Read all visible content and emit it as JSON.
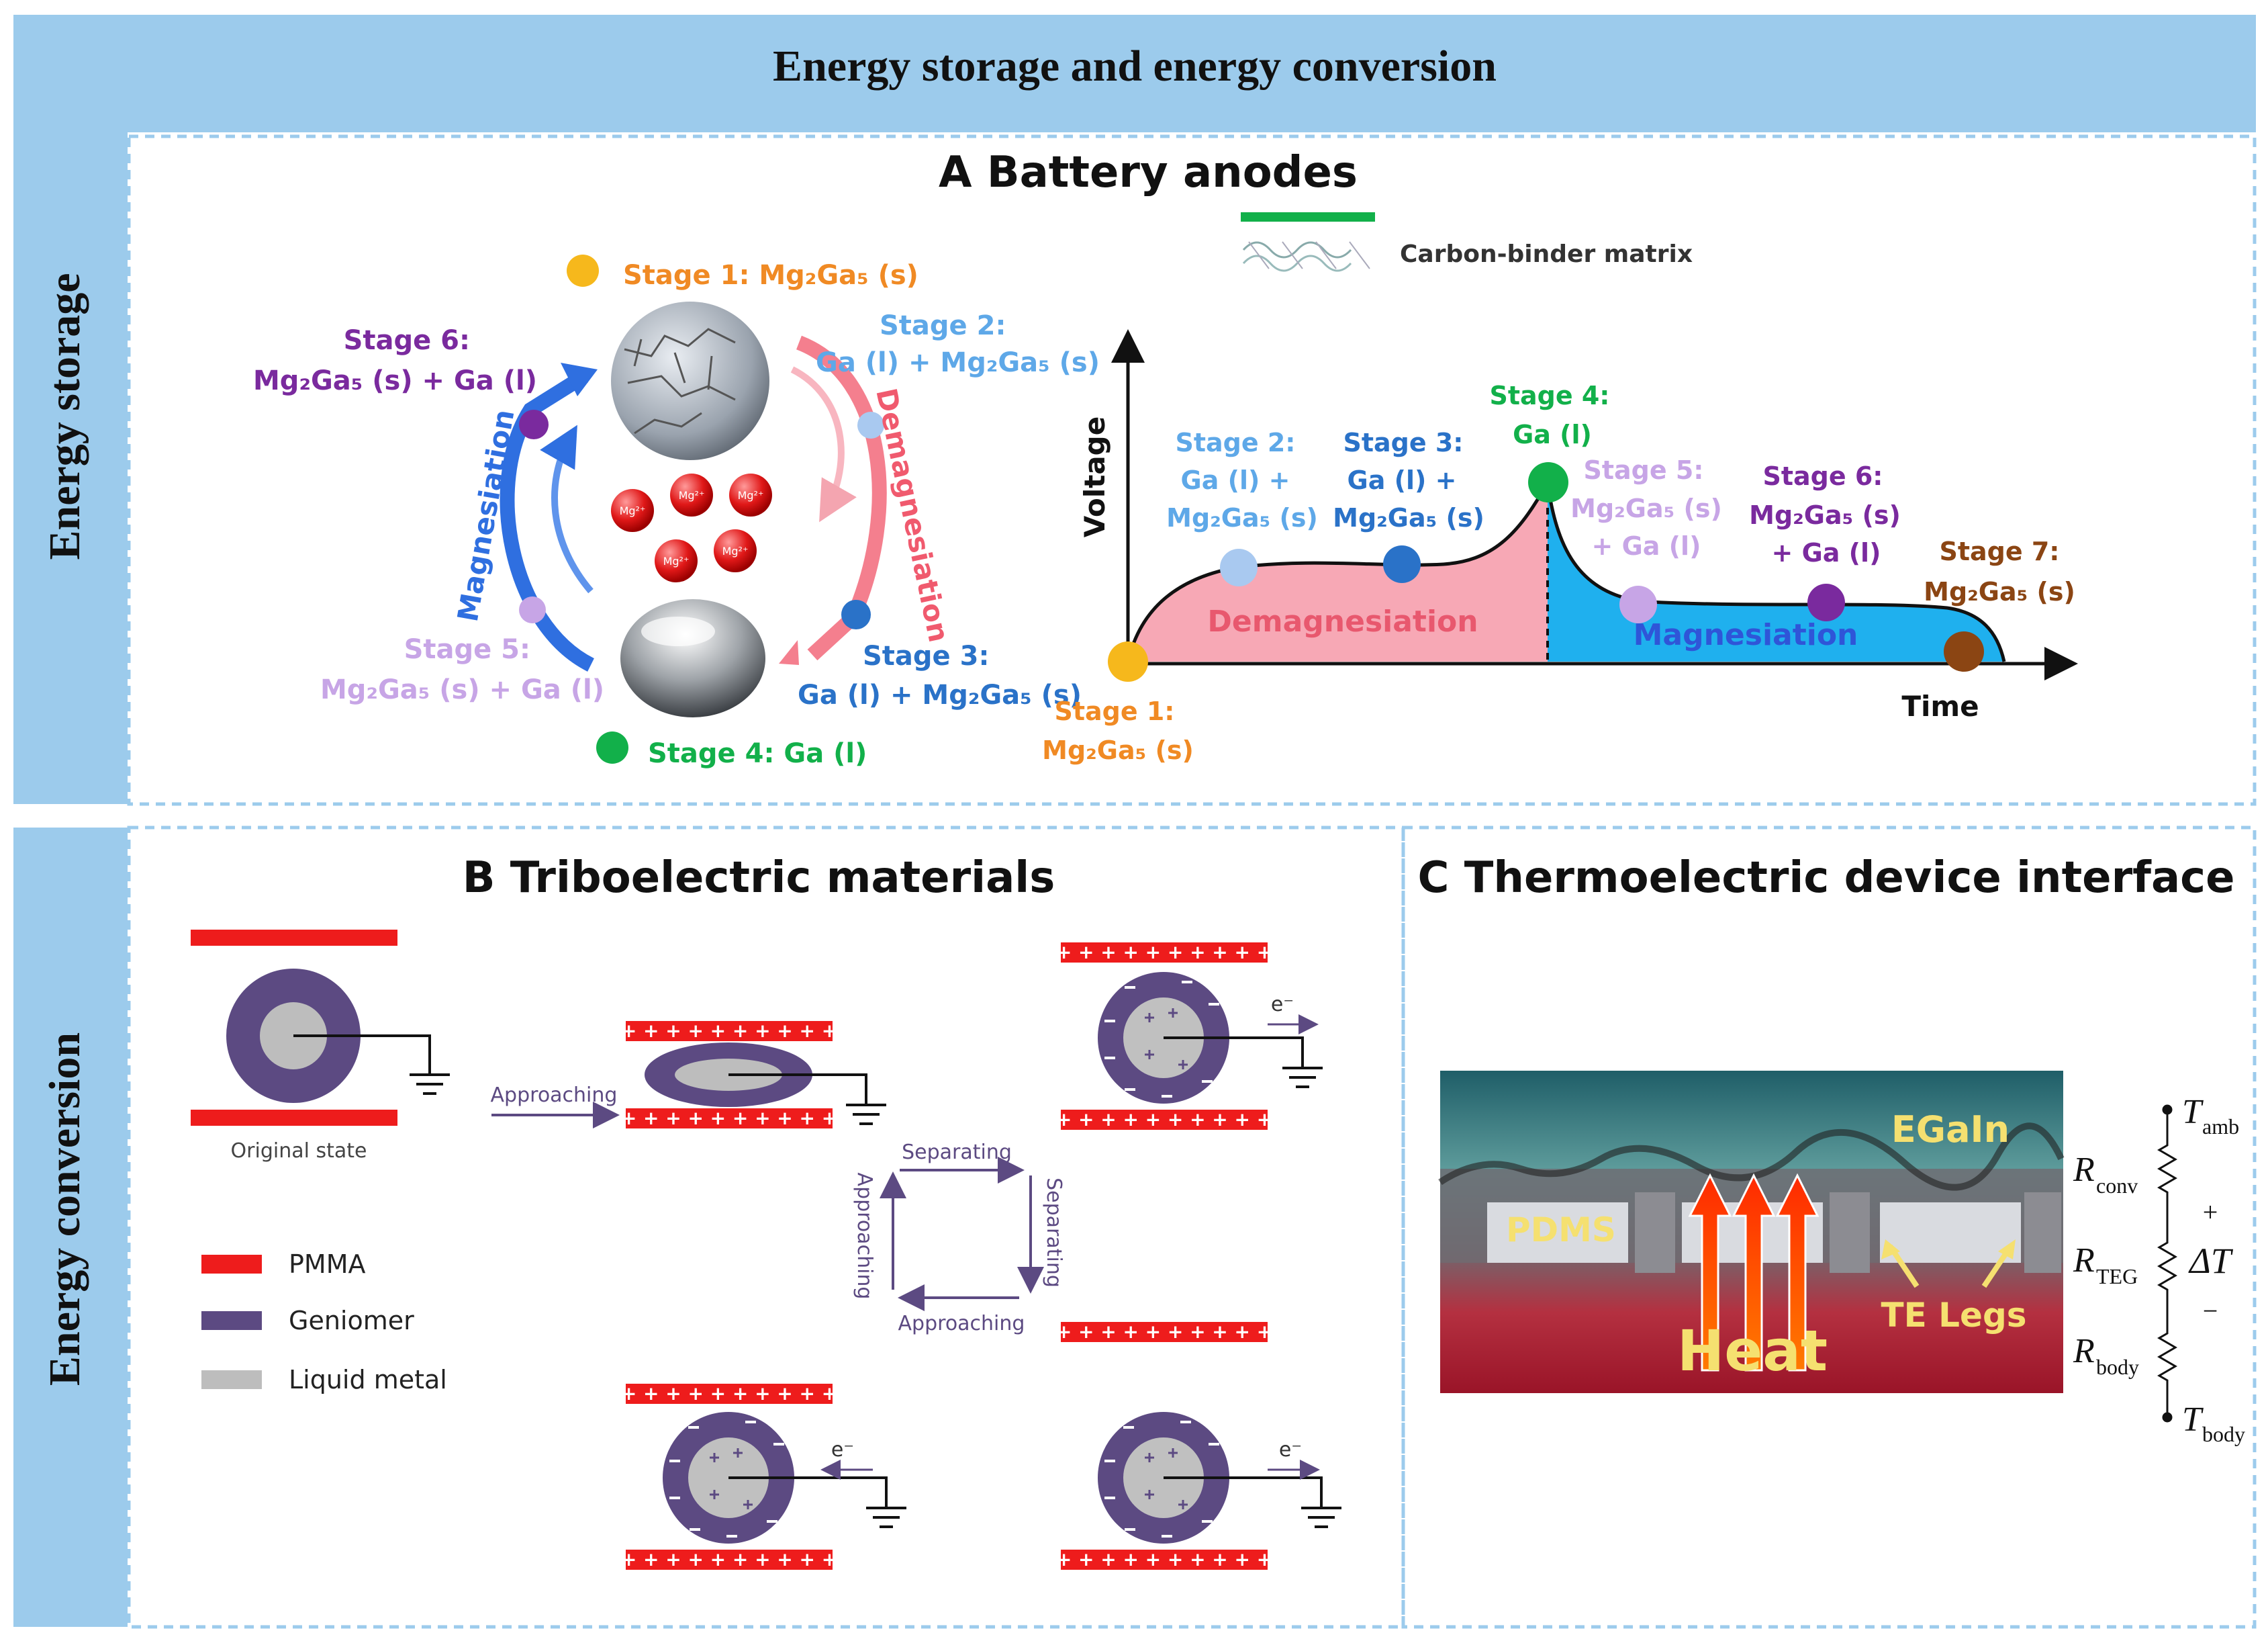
{
  "header": {
    "title": "Energy storage and energy conversion"
  },
  "side_labels": {
    "storage": "Energy storage",
    "conversion": "Energy conversion"
  },
  "panel_a": {
    "title": "A   Battery anodes",
    "legend": "Carbon-binder matrix",
    "cycle": {
      "stage1": "Stage 1: Mg₂Ga₅ (s)",
      "stage2_a": "Stage 2:",
      "stage2_b": "Ga (l) + Mg₂Ga₅ (s)",
      "stage3_a": "Stage 3:",
      "stage3_b": "Ga (l) + Mg₂Ga₅ (s)",
      "stage4": "Stage 4: Ga (l)",
      "stage5_a": "Stage 5:",
      "stage5_b": "Mg₂Ga₅ (s) + Ga (l)",
      "stage6_a": "Stage 6:",
      "stage6_b": "Mg₂Ga₅ (s) + Ga (l)",
      "magnesiation": "Magnesiation",
      "demagnesiation": "Demagnesiation",
      "ion": "Mg²⁺"
    },
    "plot": {
      "ylabel": "Voltage",
      "xlabel": "Time",
      "demag": "Demagnesiation",
      "mag": "Magnesiation",
      "s1_a": "Stage 1:",
      "s1_b": "Mg₂Ga₅ (s)",
      "s2_a": "Stage 2:",
      "s2_b": "Ga (l) +",
      "s2_c": "Mg₂Ga₅ (s)",
      "s3_a": "Stage 3:",
      "s3_b": "Ga (l) +",
      "s3_c": "Mg₂Ga₅ (s)",
      "s4_a": "Stage 4:",
      "s4_b": "Ga (l)",
      "s5_a": "Stage 5:",
      "s5_b": "Mg₂Ga₅ (s)",
      "s5_c": "+ Ga (l)",
      "s6_a": "Stage 6:",
      "s6_b": "Mg₂Ga₅ (s)",
      "s6_c": "+ Ga (l)",
      "s7_a": "Stage 7:",
      "s7_b": "Mg₂Ga₅ (s)"
    }
  },
  "panel_b": {
    "title": "B  Triboelectric materials",
    "original_state": "Original state",
    "approaching": "Approaching",
    "separating": "Separating",
    "electron": "e⁻",
    "plus_row": "+ + + + + + + + + +",
    "legend": {
      "pmma": "PMMA",
      "geniomer": "Geniomer",
      "liquid_metal": "Liquid metal"
    }
  },
  "panel_c": {
    "title": "C Thermoelectric device interface",
    "egain": "EGaIn",
    "pdms": "PDMS",
    "heat": "Heat",
    "te_legs": "TE Legs",
    "t_amb": "T",
    "t_amb_sub": "amb",
    "r_conv": "R",
    "r_conv_sub": "conv",
    "r_teg": "R",
    "r_teg_sub": "TEG",
    "r_body": "R",
    "r_body_sub": "body",
    "t_body": "T",
    "t_body_sub": "body",
    "delta_t": "ΔT",
    "plus": "+",
    "minus": "−"
  },
  "colors": {
    "banner": "#9ccbec",
    "dashed_border": "#9ccbec",
    "pmma": "#ee1c1c",
    "geniomer": "#5c4a82",
    "liquid_metal": "#bdbdbd",
    "stage_orange": "#f08a24",
    "stage_blue": "#3a8fd6",
    "stage_green": "#12b04a",
    "stage_purple": "#8e2ea8",
    "stage_lilac": "#b57ed6",
    "stage_brown": "#8b4513"
  }
}
